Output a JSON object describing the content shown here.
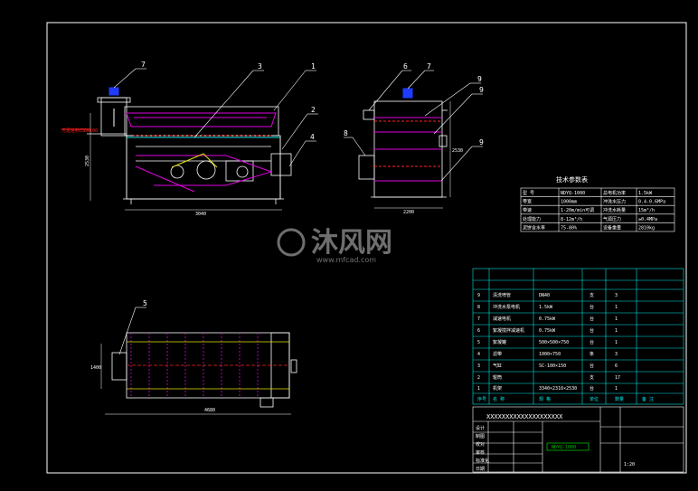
{
  "colors": {
    "background": "#000000",
    "frame": "#ffffff",
    "outline": "#ffffff",
    "accent_magenta": "#e000e0",
    "accent_cyan": "#00e5e5",
    "accent_red": "#ff2020",
    "accent_yellow": "#e6e600",
    "accent_blue": "#1e3cff",
    "accent_green": "#00c000"
  },
  "callouts": {
    "front": [
      "7",
      "3",
      "1",
      "2",
      "4"
    ],
    "side": [
      "6",
      "7",
      "9",
      "9",
      "9",
      "8"
    ],
    "plan": [
      "5"
    ]
  },
  "dimensions": {
    "front_width": "3040",
    "front_height": "2530",
    "side_width": "2200",
    "side_height": "2530",
    "plan_width": "4680",
    "plan_height": "1400",
    "inlet_label": "污泥进料口DN100"
  },
  "tech_table": {
    "title": "技术参数表",
    "rows": [
      [
        "型  号",
        "NDYQ-1000",
        "总电机功率",
        "1.5kW"
      ],
      [
        "带宽",
        "1000mm",
        "冲洗水压力",
        "0.4-0.6MPa"
      ],
      [
        "带速",
        "1-20m/min可调",
        "冲洗水耗量",
        "15m³/h"
      ],
      [
        "处理能力",
        "8-12m³/h",
        "气源压力",
        "≥0.4MPa"
      ],
      [
        "泥饼含水率",
        "75-80%",
        "设备重量",
        "2810kg"
      ]
    ]
  },
  "parts_list": {
    "headers": [
      "序号",
      "名 称",
      "规 格",
      "单位",
      "数量",
      "备 注"
    ],
    "rows": [
      [
        "9",
        "清洗喷管",
        "DN40",
        "支",
        "3",
        ""
      ],
      [
        "8",
        "冲洗水泵电机",
        "1.5kW",
        "台",
        "1",
        ""
      ],
      [
        "7",
        "减速电机",
        "0.75kW",
        "台",
        "1",
        ""
      ],
      [
        "6",
        "絮凝搅拌减速机",
        "0.75kW",
        "台",
        "1",
        ""
      ],
      [
        "5",
        "絮凝罐",
        "500×500×750",
        "台",
        "1",
        ""
      ],
      [
        "4",
        "滤带",
        "1000×750",
        "条",
        "3",
        ""
      ],
      [
        "3",
        "气缸",
        "SC-100×150",
        "台",
        "6",
        ""
      ],
      [
        "2",
        "辊筒",
        "",
        "支",
        "17",
        ""
      ],
      [
        "1",
        "机架",
        "3340×2316×2530",
        "台",
        "1",
        ""
      ]
    ]
  },
  "title_block": {
    "drawing_title": "XXXXXXXXXXXXXXXXXXXX",
    "side_labels": [
      "设计",
      "制图",
      "校对",
      "审核",
      "标准化",
      "日期"
    ],
    "stamp": "NDYQ-1000",
    "sheet": "1:20"
  },
  "watermark": {
    "cn": "沐风网",
    "url": "www.mfcad.com"
  }
}
